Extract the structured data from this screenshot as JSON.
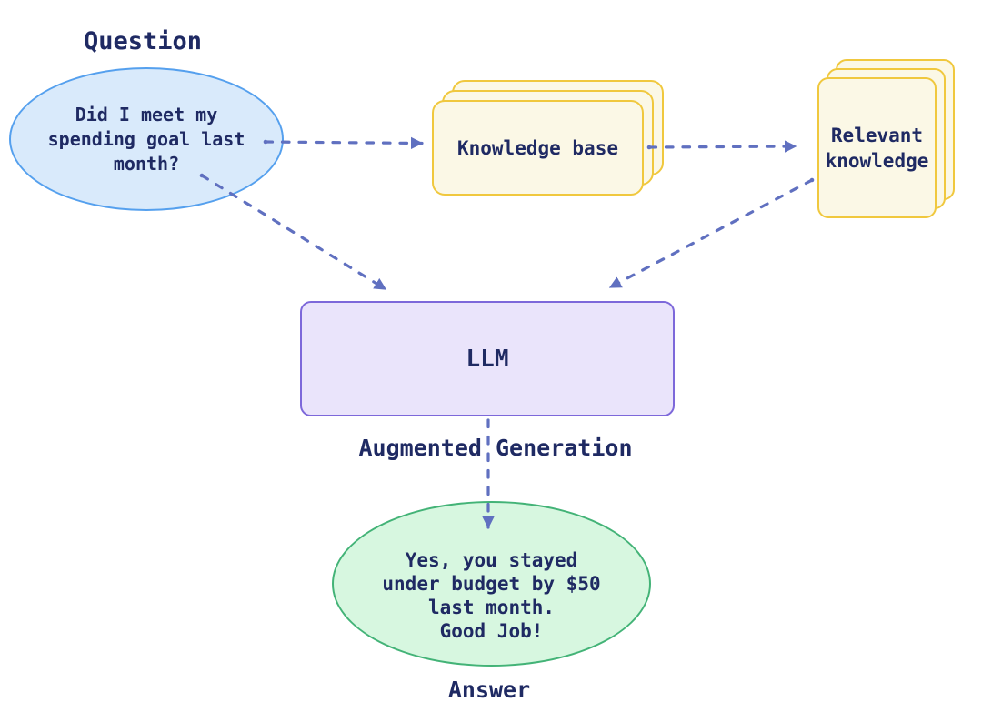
{
  "diagram": {
    "labels": {
      "question": "Question",
      "augmented_generation": "Augmented Generation",
      "answer": "Answer"
    },
    "nodes": {
      "question_bubble": {
        "lines": [
          "Did I meet my",
          "spending goal last",
          "month?"
        ]
      },
      "knowledge_base": {
        "label": "Knowledge base"
      },
      "relevant_knowledge": {
        "lines": [
          "Relevant",
          "knowledge"
        ]
      },
      "llm": {
        "label": "LLM"
      },
      "answer_bubble": {
        "lines": [
          "Yes, you stayed",
          "under budget by $50",
          "last month.",
          "Good Job!"
        ]
      }
    },
    "colors": {
      "text_navy": "#1f2a63",
      "arrow_blue": "#6070c0",
      "question_fill": "#d9eafb",
      "question_border": "#55a0ee",
      "knowledge_fill": "#fbf8e6",
      "knowledge_border": "#f0c83e",
      "llm_fill": "#eae4fb",
      "llm_border": "#7d68da",
      "answer_fill": "#d7f7e0",
      "answer_border": "#43b377"
    }
  }
}
